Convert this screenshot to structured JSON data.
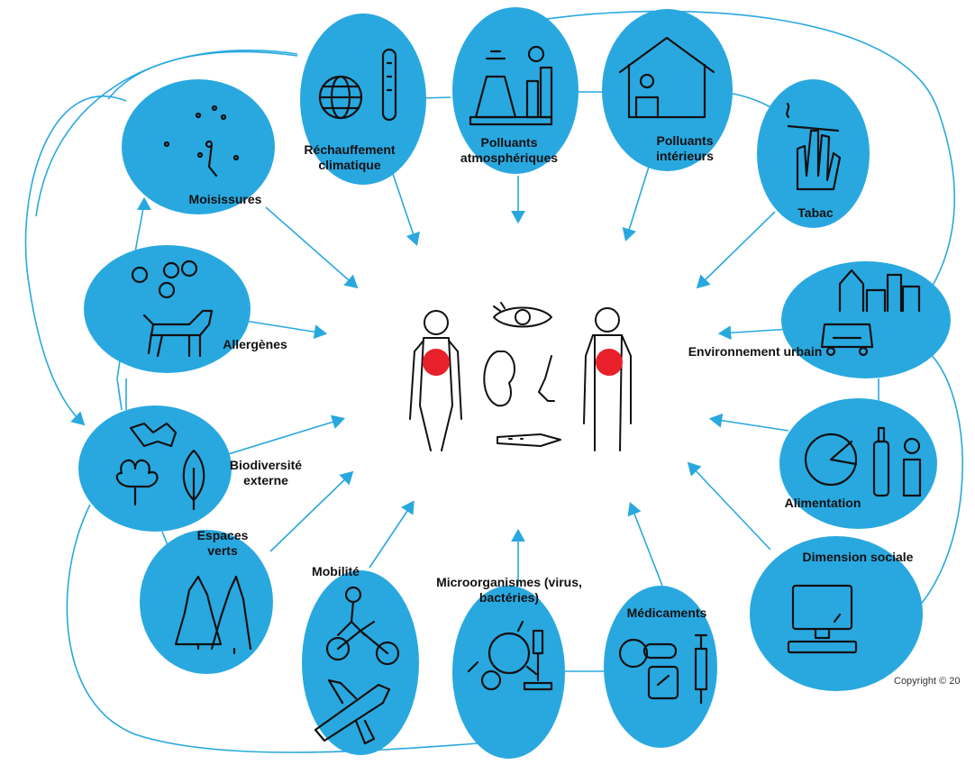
{
  "labels": {
    "rechauffement": "Réchauffement climatique",
    "polluants_atmo": "Polluants atmosphériques",
    "polluants_int": "Polluants intérieurs",
    "tabac": "Tabac",
    "moisissures": "Moisissures",
    "allergenes": "Allergènes",
    "environnement": "Environnement urbain",
    "biodiversite": "Biodiversité externe",
    "alimentation": "Alimentation",
    "espaces": "Espaces verts",
    "mobilite": "Mobilité",
    "micro": "Microorganismes (virus, bactéries)",
    "medicaments": "Médicaments",
    "dimension": "Dimension sociale"
  },
  "copyright": "Copyright © 20",
  "colors": {
    "blob": "#29a8e0",
    "arrow": "#29a8e0",
    "heart": "#e8202a",
    "ink": "#111111"
  },
  "icons": [
    "globe-thermometer-icon",
    "factory-icon",
    "house-person-icon",
    "cigarette-hand-icon",
    "spores-icon",
    "allergen-animal-icon",
    "city-car-icon",
    "plants-icon",
    "food-icon",
    "trees-icon",
    "bike-plane-icon",
    "microbe-microscope-icon",
    "pills-syringe-icon",
    "computer-icon",
    "human-body-icon",
    "organ-icons"
  ]
}
